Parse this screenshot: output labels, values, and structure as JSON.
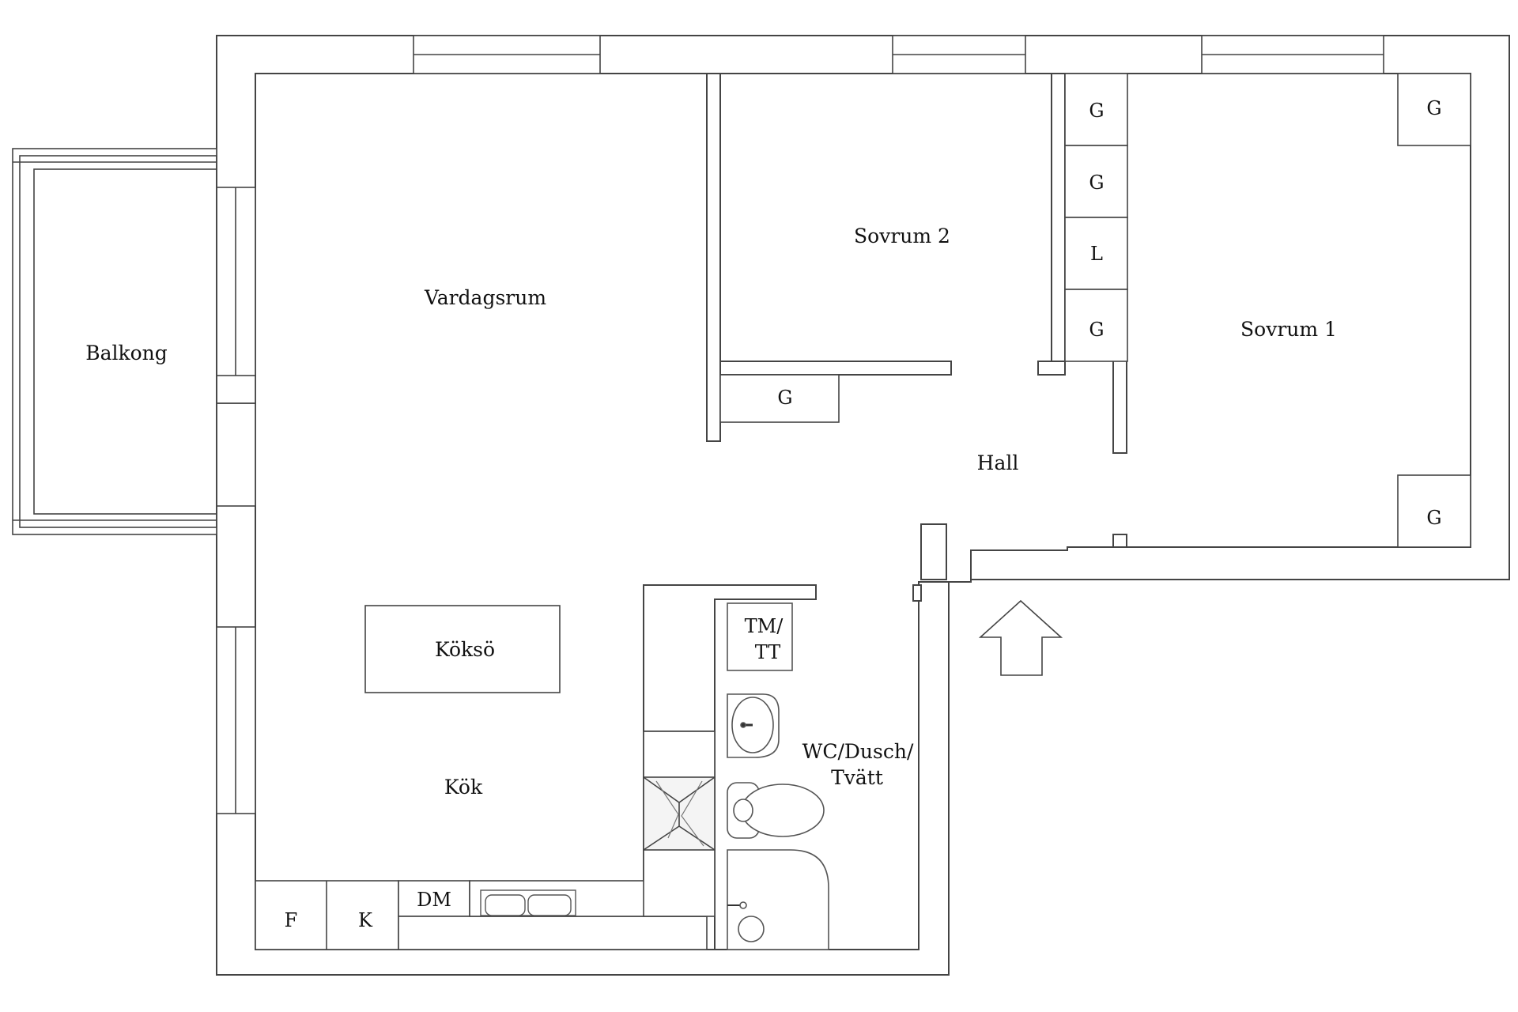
{
  "colors": {
    "wall": "#ffffff",
    "line": "#444444",
    "light_line": "#8a8a8a",
    "text": "#111111"
  },
  "rooms": {
    "balkong": "Balkong",
    "vardagsrum": "Vardagsrum",
    "sovrum2": "Sovrum 2",
    "sovrum1": "Sovrum 1",
    "hall": "Hall",
    "koksoe": "Köksö",
    "kok": "Kök",
    "wc_line1": "WC/Dusch/",
    "wc_line2": "Tvätt"
  },
  "fixtures": {
    "g": "G",
    "l": "L",
    "tm_line1": "TM/",
    "tm_line2": "TT",
    "fridge": "F",
    "freezer": "K",
    "dishwasher": "DM"
  },
  "icons": {
    "entrance": "entrance-arrow-icon",
    "sink": "sink-icon",
    "toilet": "toilet-icon",
    "shower": "shower-icon",
    "stove": "stove-icon"
  }
}
